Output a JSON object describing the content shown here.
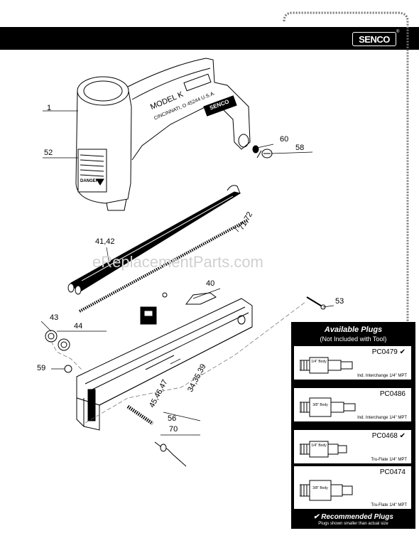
{
  "brand": {
    "logo_text": "SENCO",
    "registered_mark": "®"
  },
  "watermark": "eReplacementParts.com",
  "tool_labels": {
    "model": "MODEL K",
    "city": "CINCINNATI, O 45244 U.S.A.",
    "badge": "SENCO",
    "warning": "DANGER"
  },
  "callouts": {
    "c1": "1",
    "c52": "52",
    "c60": "60",
    "c58": "58",
    "c4142": "41,42",
    "c7172": "71,72",
    "c40": "40",
    "c53": "53",
    "c43": "43",
    "c44": "44",
    "c59": "59",
    "c454647": "45,46,47",
    "c343539": "34,35,39",
    "c56": "56",
    "c70": "70"
  },
  "plugs_panel": {
    "title": "Available Plugs",
    "subtitle": "(Not Included with Tool)",
    "recommended_label": "✔ Recommended Plugs",
    "note": "Plugs shown smaller than actual size",
    "items": [
      {
        "code": "PC0479 ✔",
        "body": "1/4\" Body",
        "desc": "Ind. Interchange 1/4\" MPT"
      },
      {
        "code": "PC0486",
        "body": "3/8\" Body",
        "desc": "Ind. Interchange 1/4\" MPT"
      },
      {
        "code": "PC0468 ✔",
        "body": "1/4\" Body",
        "desc": "Tru-Flate 1/4\" MPT"
      },
      {
        "code": "PC0474",
        "body": "3/8\" Body",
        "desc": "Tru-Flate 1/4\" MPT"
      }
    ]
  }
}
